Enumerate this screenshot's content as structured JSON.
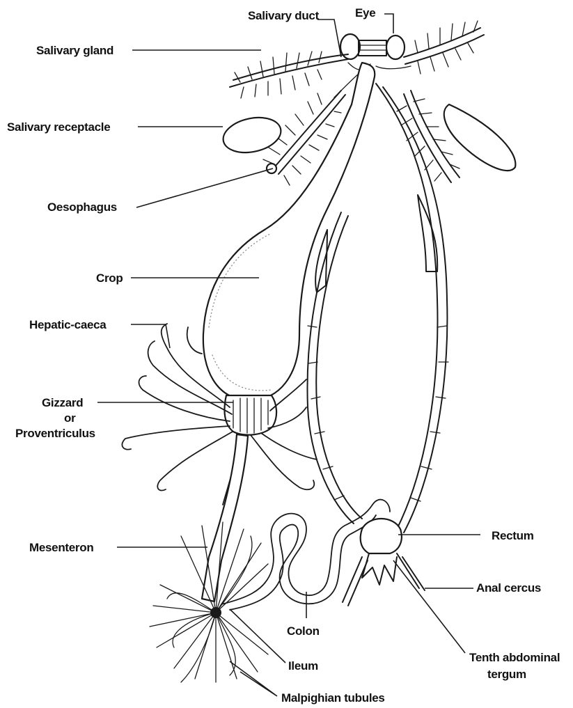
{
  "labels": {
    "salivary_duct": "Salivary duct",
    "eye": "Eye",
    "salivary_gland": "Salivary gland",
    "salivary_receptacle": "Salivary receptacle",
    "oesophagus": "Oesophagus",
    "crop": "Crop",
    "hepatic_caeca": "Hepatic-caeca",
    "gizzard_line1": "Gizzard",
    "gizzard_line2": "or",
    "gizzard_line3": "Proventriculus",
    "mesenteron": "Mesenteron",
    "rectum": "Rectum",
    "anal_cercus": "Anal cercus",
    "colon": "Colon",
    "ileum": "Ileum",
    "tenth_tergum_line1": "Tenth abdominal",
    "tenth_tergum_line2": "tergum",
    "malpighian_tubules": "Malpighian tubules"
  },
  "colors": {
    "ink": "#1a1a1a",
    "background": "#ffffff",
    "stipple": "#8a8a8a"
  }
}
